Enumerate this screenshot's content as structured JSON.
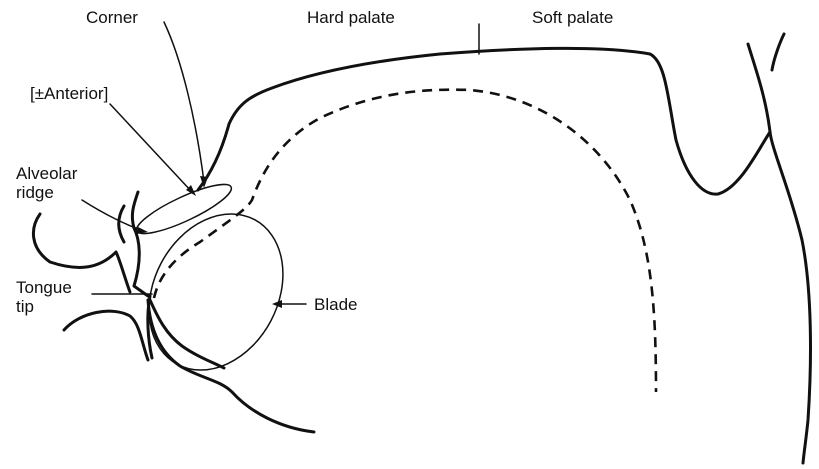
{
  "labels": {
    "corner": "Corner",
    "hard_palate": "Hard palate",
    "soft_palate": "Soft palate",
    "anterior": "[±Anterior]",
    "alveolar_line1": "Alveolar",
    "alveolar_line2": "ridge",
    "tongue_line1": "Tongue",
    "tongue_line2": "tip",
    "blade": "Blade"
  }
}
